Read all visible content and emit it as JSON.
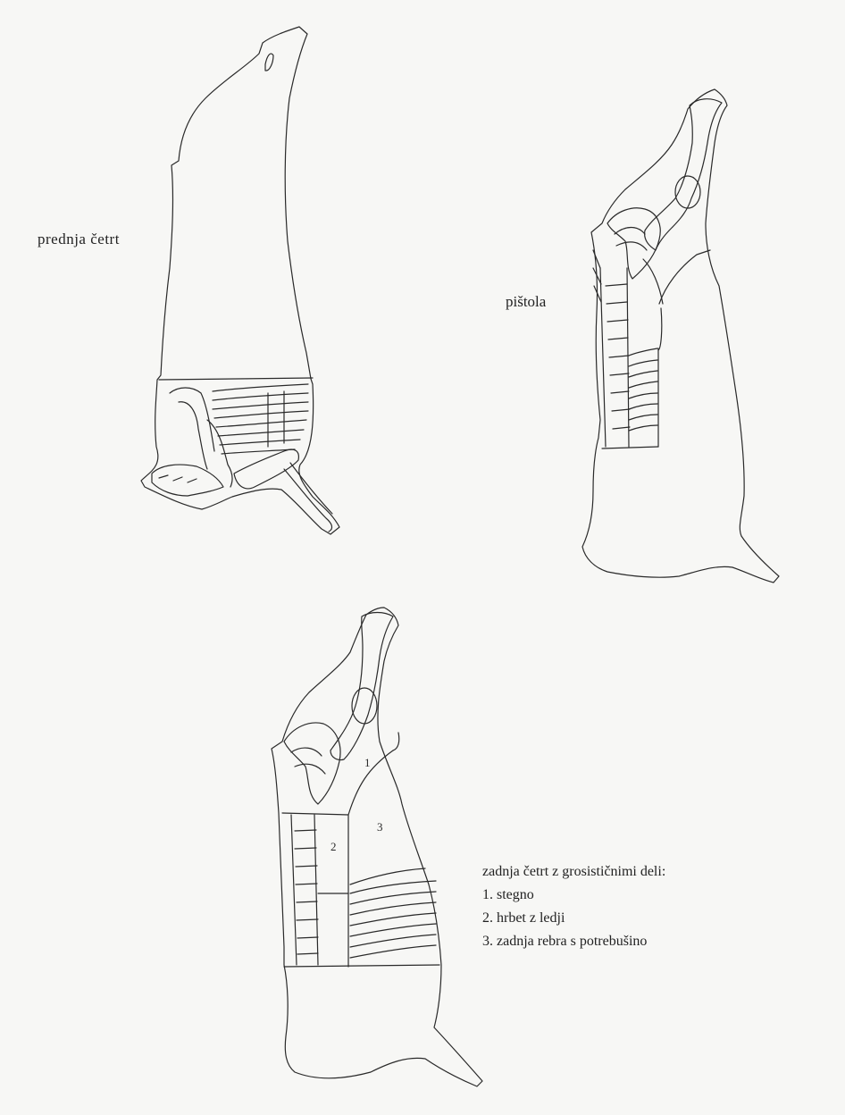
{
  "labels": {
    "forequarter": "prednja četrt",
    "pistol": "pištola"
  },
  "legend": {
    "title": "zadnja četrt z grosističnimi deli:",
    "items": [
      "1. stegno",
      "2. hrbet z ledji",
      "3. zadnja rebra s potrebušino"
    ]
  },
  "region_numbers": [
    "1",
    "2",
    "3"
  ],
  "colors": {
    "ink": "#2a2a2a",
    "paper": "#f7f7f5"
  }
}
